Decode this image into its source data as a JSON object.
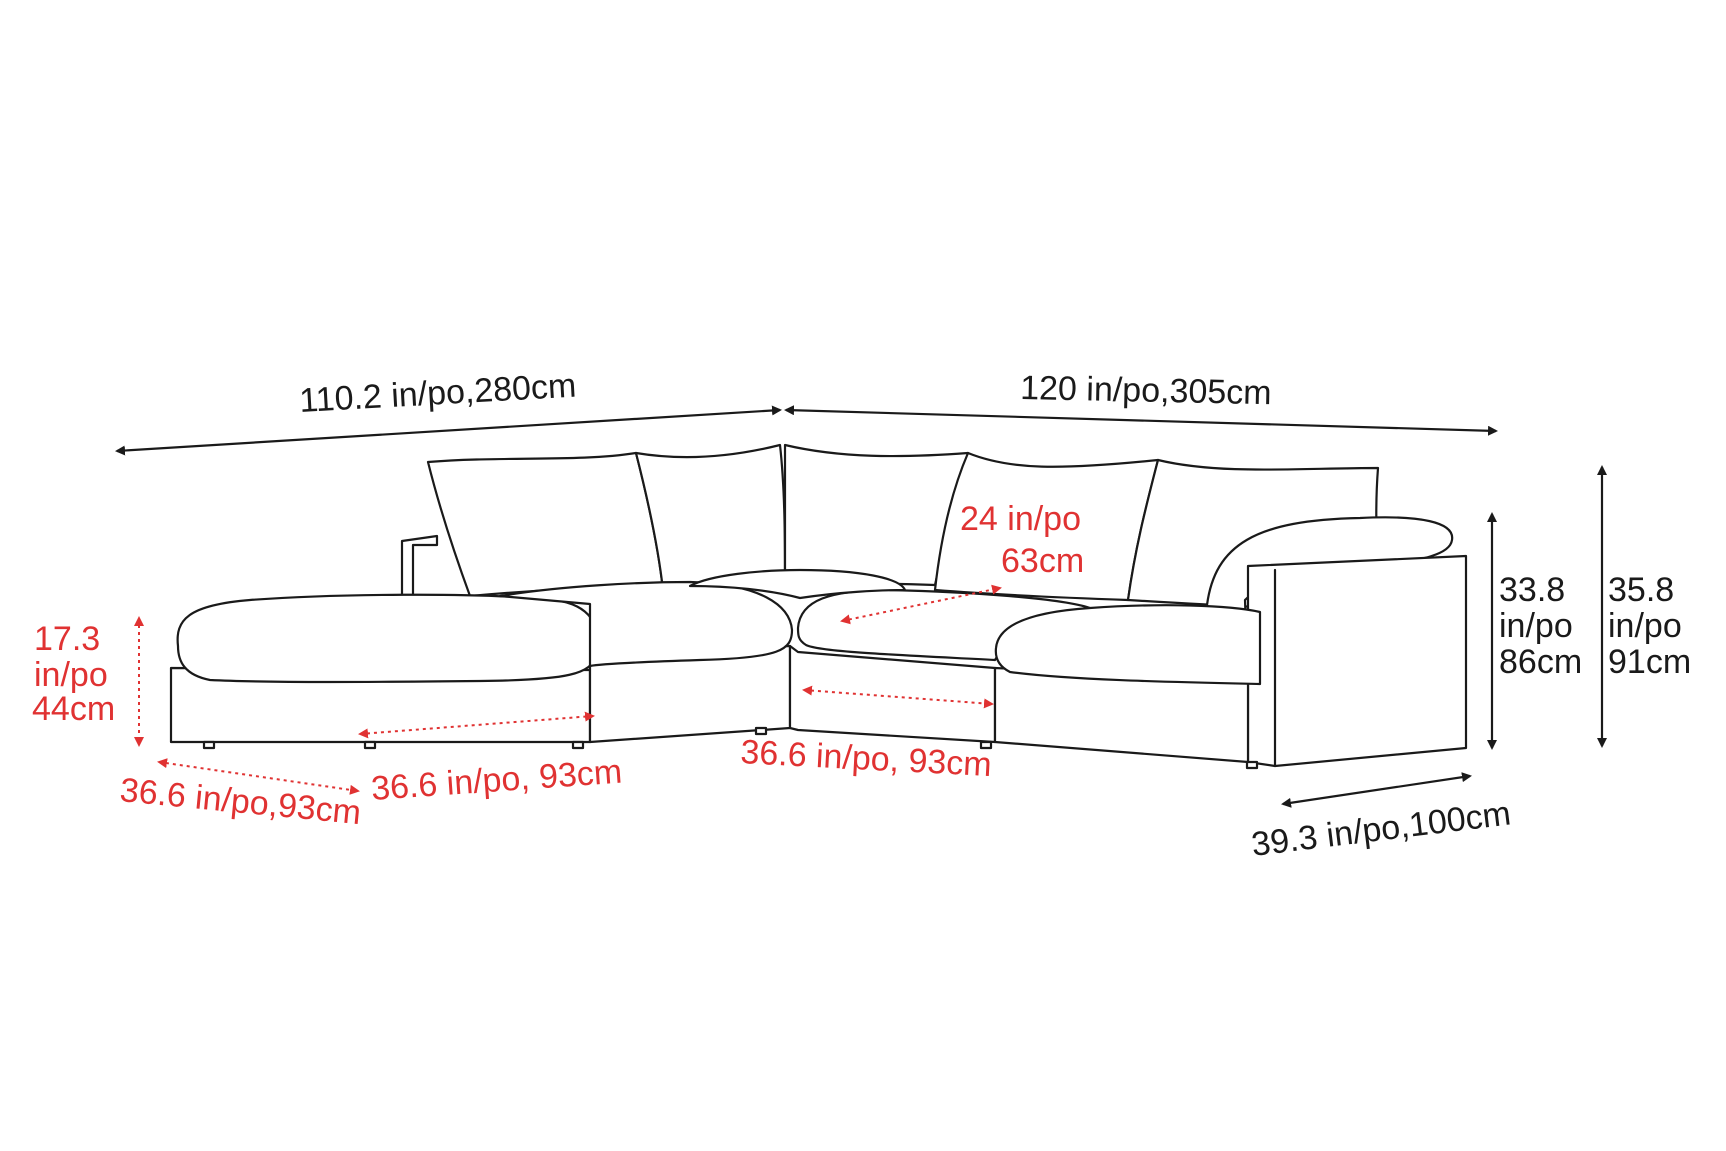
{
  "colors": {
    "outline": "#1a1a1a",
    "accent": "#e03232",
    "background": "#ffffff"
  },
  "dimensions": {
    "left_overall_length": "110.2 in/po,280cm",
    "right_overall_length": "120 in/po,305cm",
    "seat_depth_line1": "24 in/po",
    "seat_depth_line2": "63cm",
    "seat_height_line1": "17.3",
    "seat_height_line2": "in/po",
    "seat_height_line3": "44cm",
    "arm_height_line1": "33.8",
    "arm_height_line2": "in/po",
    "arm_height_line3": "86cm",
    "total_height_line1": "35.8",
    "total_height_line2": "in/po",
    "total_height_line3": "91cm",
    "ottoman_depth": "36.6 in/po,93cm",
    "ottoman_width": "36.6 in/po, 93cm",
    "corner_module_width": "36.6 in/po, 93cm",
    "overall_depth": "39.3 in/po,100cm"
  }
}
